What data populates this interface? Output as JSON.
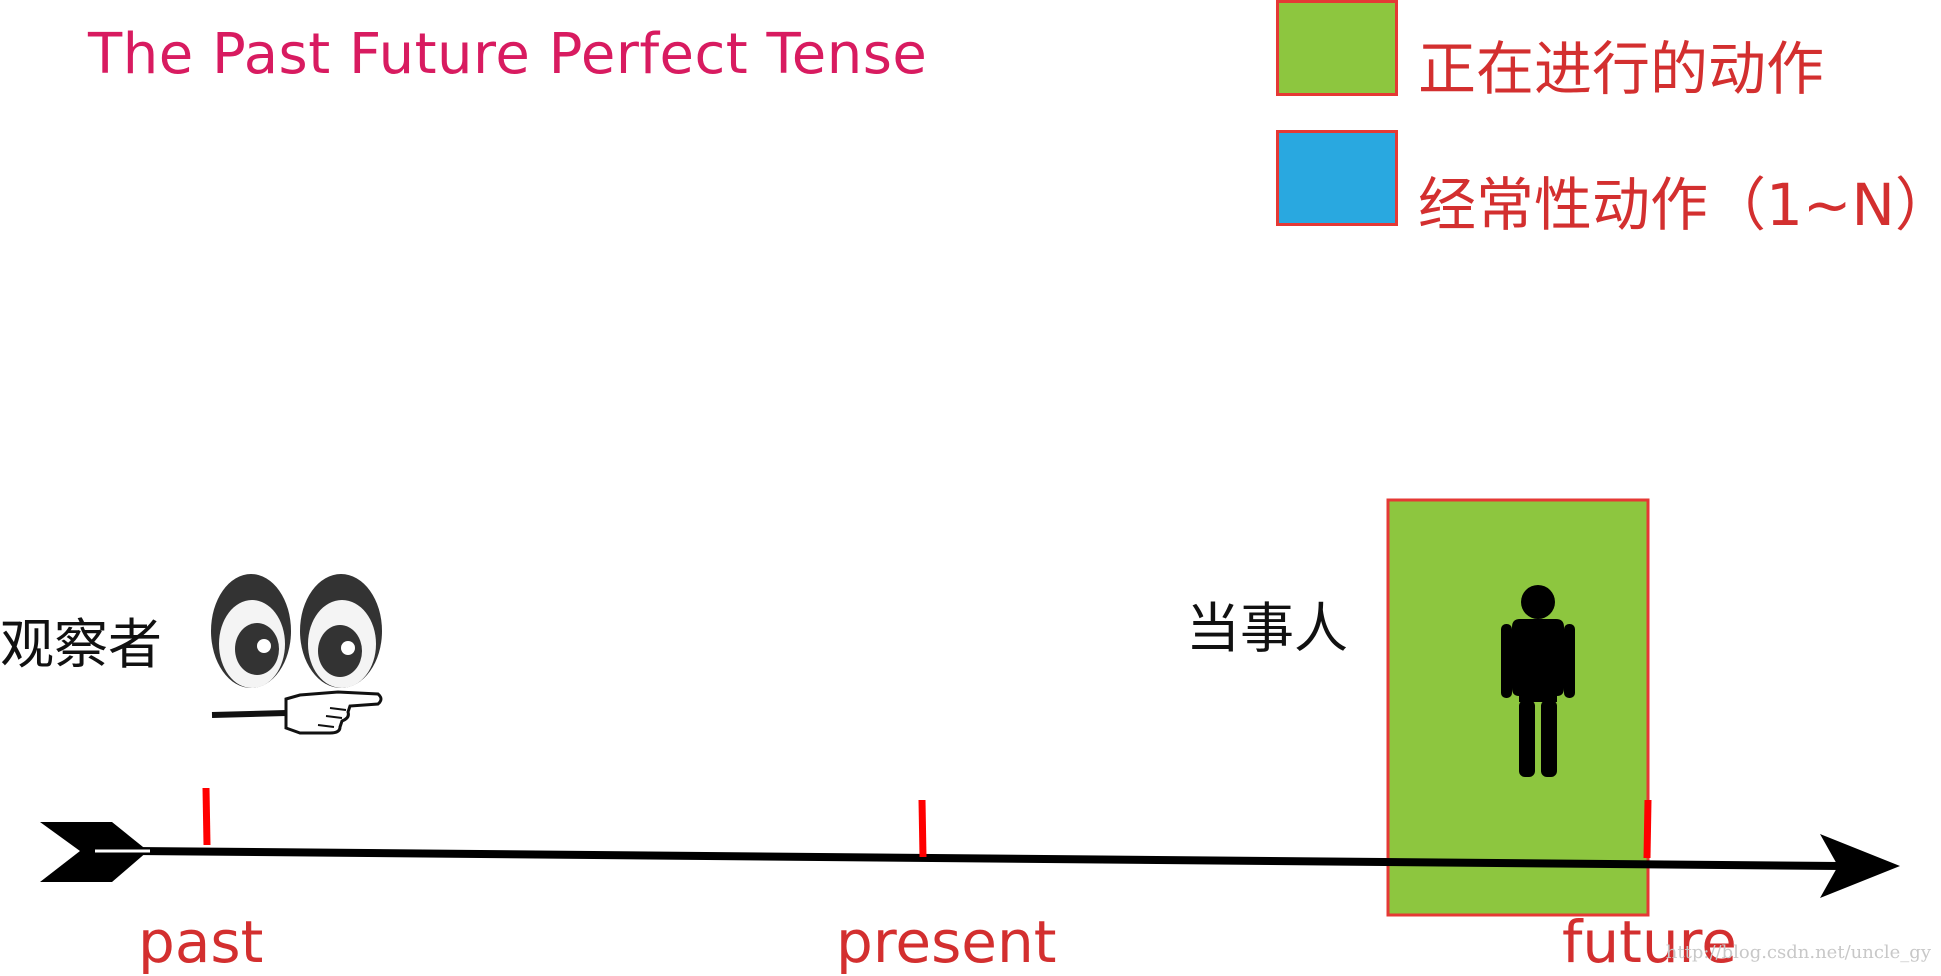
{
  "title": "The Past Future Perfect Tense",
  "legend": {
    "items": [
      {
        "label": "正在进行的动作",
        "color": "#8dc63f"
      },
      {
        "label": "经常性动作（1~N）",
        "color": "#29a8e0"
      }
    ]
  },
  "observer_label": "观察者",
  "subject_label": "当事人",
  "timeline": {
    "labels": [
      "past",
      "present",
      "future"
    ]
  },
  "watermark": "http://blog.csdn.net/uncle_gy"
}
